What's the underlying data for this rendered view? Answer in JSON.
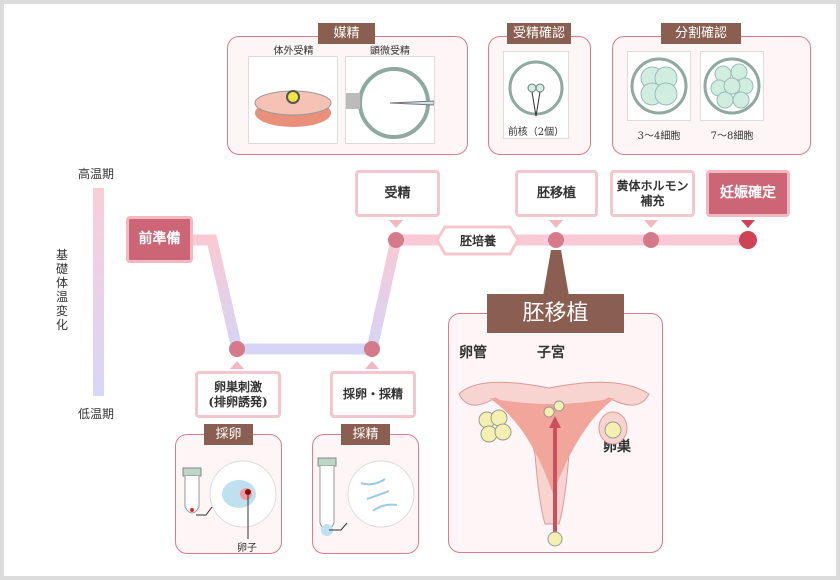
{
  "axis": {
    "high": "高温期",
    "low": "低温期",
    "title": "基礎体温変化"
  },
  "steps": {
    "prep": "前準備",
    "stimulation": "卵巣刺激\n(排卵誘発)",
    "stimulation_l1": "卵巣刺激",
    "stimulation_l2": "(排卵誘発)",
    "retrieval": "採卵・採精",
    "fertilization": "受精",
    "culture": "胚培養",
    "transfer": "胚移植",
    "luteal_l1": "黄体ホルモン",
    "luteal_l2": "補充",
    "confirmed": "妊娠確定"
  },
  "panels": {
    "insemination": {
      "tag": "媒精",
      "left": "体外受精",
      "right": "顕微受精"
    },
    "fert_check": {
      "tag": "受精確認",
      "caption": "前核（2個）"
    },
    "cleavage": {
      "tag": "分割確認",
      "left": "3〜4細胞",
      "right": "7〜8細胞"
    },
    "egg": {
      "tag": "採卵",
      "label": "卵子"
    },
    "sperm": {
      "tag": "採精"
    },
    "transfer": {
      "tag": "胚移植",
      "tube": "卵管",
      "uterus": "子宮",
      "ovary": "卵巣"
    }
  },
  "colors": {
    "accent": "#cc6677",
    "tag": "#8b5e52",
    "dot": "#d47a8a",
    "final_dot": "#cc4455"
  }
}
